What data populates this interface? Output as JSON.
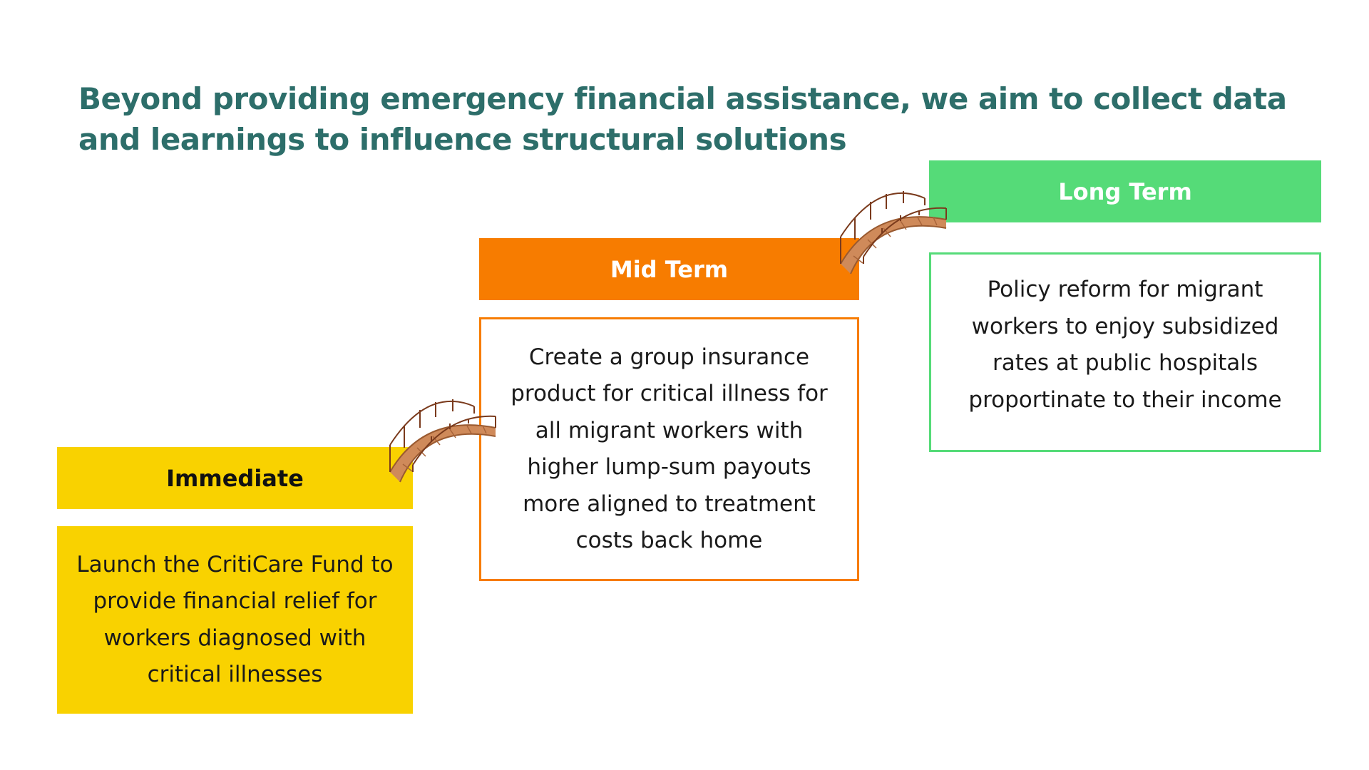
{
  "headline": "Beyond providing emergency financial assistance, we aim to collect data and learnings to influence structural solutions",
  "stages": {
    "immediate": {
      "title": "Immediate",
      "description": "Launch the CritiCare Fund to provide financial relief for workers diagnosed with critical illnesses",
      "color": "#f9d200"
    },
    "mid_term": {
      "title": "Mid Term",
      "description": "Create a group insurance product for critical illness for all migrant workers with higher lump-sum payouts more aligned to treatment costs back home",
      "color": "#f77c00"
    },
    "long_term": {
      "title": "Long Term",
      "description": "Policy reform for migrant workers to enjoy subsidized rates at public hospitals proportinate to their income",
      "color": "#55db78"
    }
  },
  "connectors": {
    "icon": "bridge-icon",
    "deck_color": "#cf8a5a",
    "rail_color": "#7a3a1c"
  }
}
